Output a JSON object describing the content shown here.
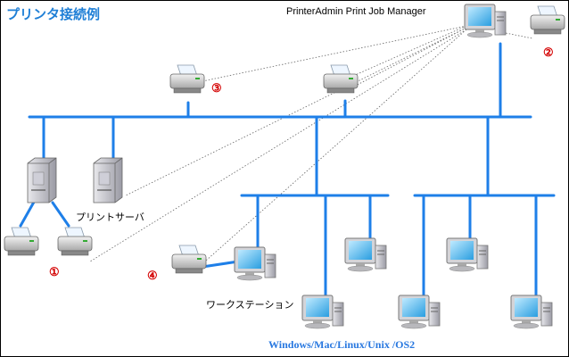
{
  "title": "プリンタ接続例",
  "manager_label": "PrinterAdmin Print Job Manager",
  "print_server_label": "プリントサーバ",
  "workstation_label": "ワークステーション",
  "os_label": "Windows/Mac/Linux/Unix /OS2",
  "markers": {
    "m1": "①",
    "m2": "②",
    "m3": "③",
    "m4": "④"
  },
  "colors": {
    "network": "#1e7fe8",
    "title": "#1f7fd6",
    "marker": "#d40000",
    "os_label": "#2878e0"
  },
  "icons": [
    "monitor-icon",
    "printer-icon",
    "server-tower-icon"
  ]
}
